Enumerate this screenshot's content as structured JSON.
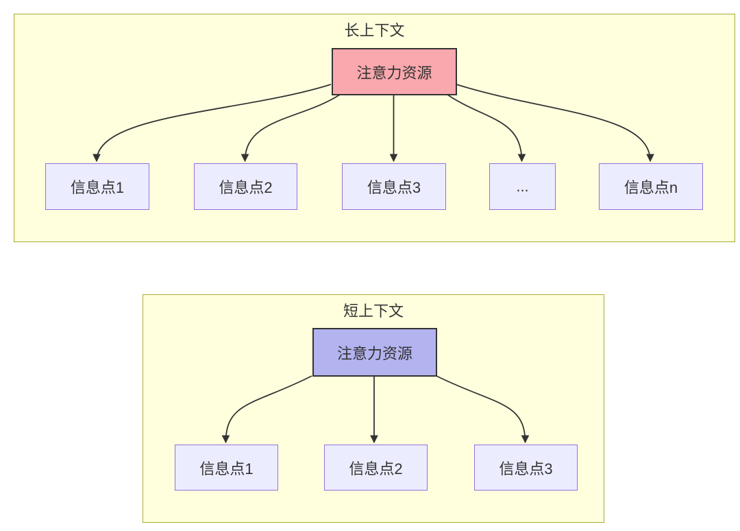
{
  "diagram": {
    "type": "flowchart-top-down",
    "clusters": [
      {
        "title": "长上下文",
        "attention_node": {
          "label": "注意力资源"
        },
        "info_nodes": [
          {
            "label": "信息点1"
          },
          {
            "label": "信息点2"
          },
          {
            "label": "信息点3"
          },
          {
            "label": "..."
          },
          {
            "label": "信息点n"
          }
        ]
      },
      {
        "title": "短上下文",
        "attention_node": {
          "label": "注意力资源"
        },
        "info_nodes": [
          {
            "label": "信息点1"
          },
          {
            "label": "信息点2"
          },
          {
            "label": "信息点3"
          }
        ]
      }
    ],
    "edges": [
      {
        "cluster": "长上下文",
        "from": "注意力资源",
        "to": "信息点1",
        "arrow": "filled-triangle"
      },
      {
        "cluster": "长上下文",
        "from": "注意力资源",
        "to": "信息点2",
        "arrow": "filled-triangle"
      },
      {
        "cluster": "长上下文",
        "from": "注意力资源",
        "to": "信息点3",
        "arrow": "filled-triangle"
      },
      {
        "cluster": "长上下文",
        "from": "注意力资源",
        "to": "...",
        "arrow": "filled-triangle"
      },
      {
        "cluster": "长上下文",
        "from": "注意力资源",
        "to": "信息点n",
        "arrow": "filled-triangle"
      },
      {
        "cluster": "短上下文",
        "from": "注意力资源",
        "to": "信息点1",
        "arrow": "filled-triangle"
      },
      {
        "cluster": "短上下文",
        "from": "注意力资源",
        "to": "信息点2",
        "arrow": "filled-triangle"
      },
      {
        "cluster": "短上下文",
        "from": "注意力资源",
        "to": "信息点3",
        "arrow": "filled-triangle"
      }
    ],
    "colors": {
      "cluster_fill": "#FFFFDE",
      "cluster_border": "#AAAA33",
      "node_fill": "#ECECFF",
      "node_border": "#9370DB",
      "attention_long_fill": "#F9A8AD",
      "attention_short_fill": "#B3B3F0",
      "strong_border": "#333333",
      "edge_color": "#333333",
      "text_color": "#333333"
    }
  }
}
